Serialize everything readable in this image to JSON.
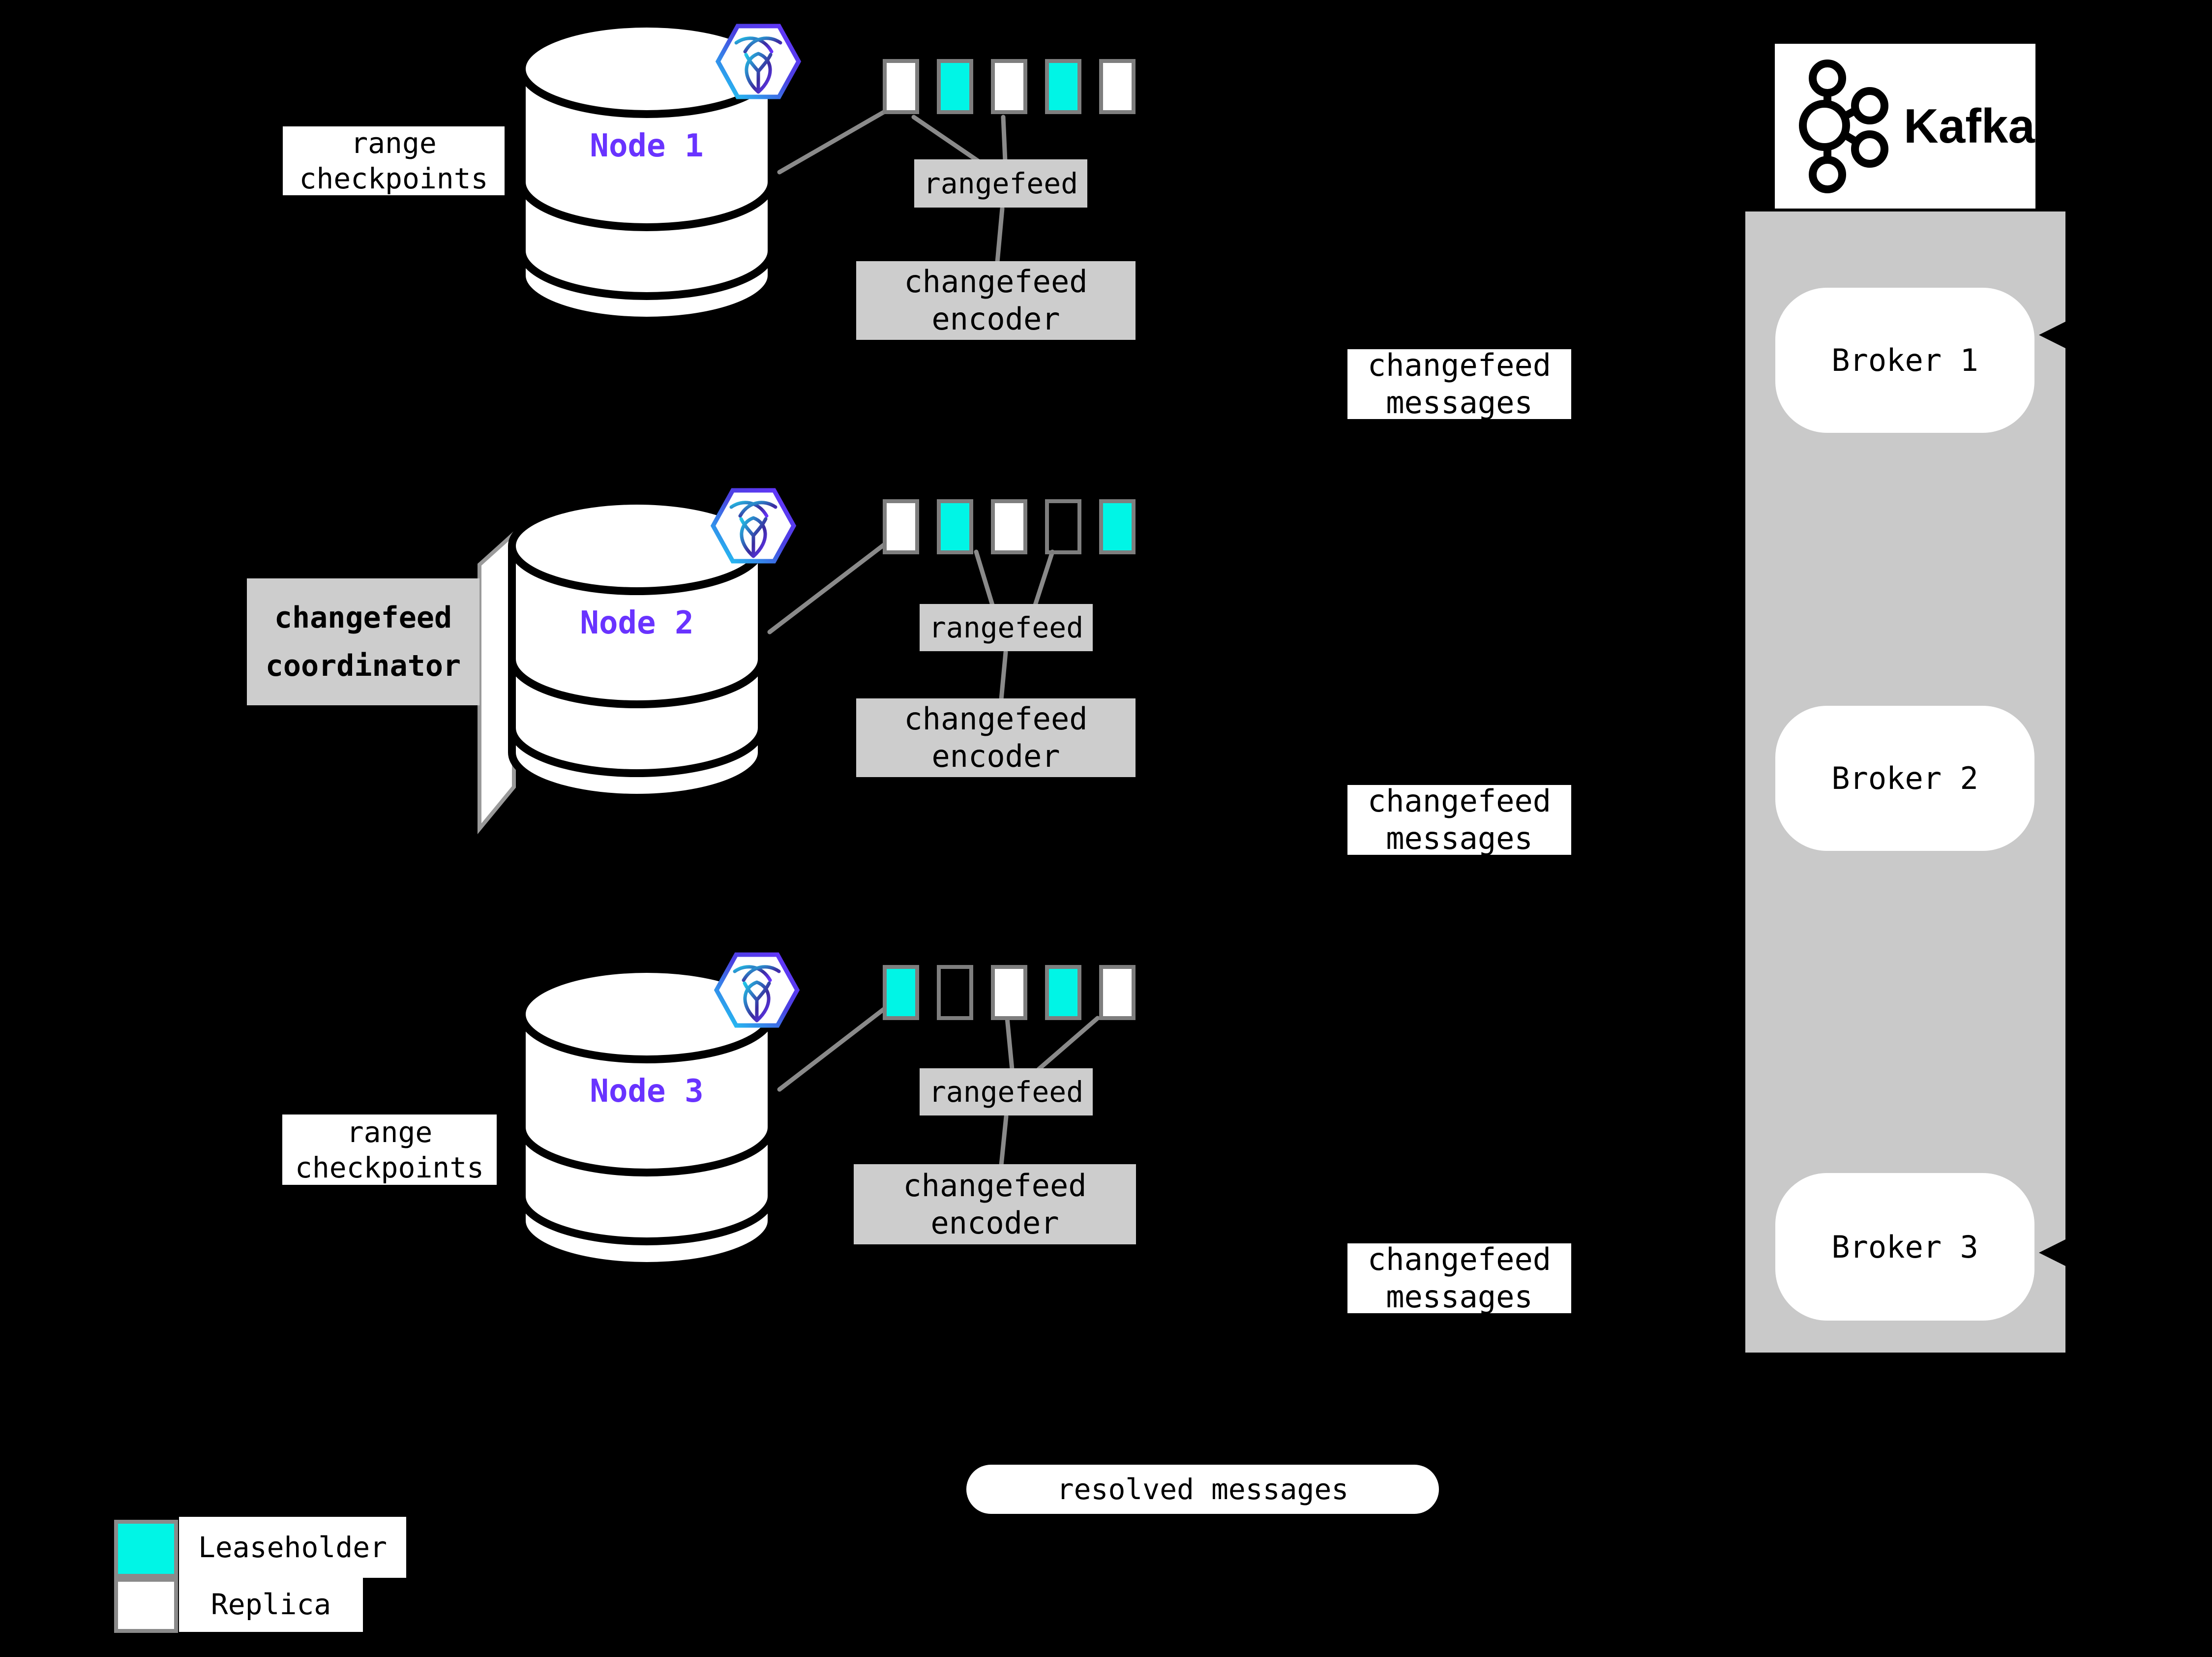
{
  "colors": {
    "background": "#000000",
    "leaseholder_teal": "#00f5e6",
    "replica_white": "#ffffff",
    "node_label_purple": "#6933ff",
    "box_gray": "#cdcdcd",
    "kafka_panel_gray": "#c9c9c9",
    "connector_gray": "#8a8a8a",
    "range_border_gray": "#7e7e7e",
    "hexagon_gradient": [
      "#1ed4f4",
      "#6933ff"
    ]
  },
  "icons": {
    "node_badge": "cockroachdb-hexagon-icon",
    "kafka_logo": "kafka-circles-icon"
  },
  "nodes": [
    {
      "label": "Node 1",
      "checkpoint_label_lines": [
        "range",
        "checkpoints"
      ],
      "ranges": [
        "replica",
        "leaseholder",
        "replica",
        "leaseholder",
        "replica"
      ],
      "rangefeed_label": "rangefeed",
      "encoder_label_lines": [
        "changefeed",
        "encoder"
      ],
      "messages_label_lines": [
        "changefeed",
        "messages"
      ]
    },
    {
      "label": "Node 2",
      "coordinator_label_lines": [
        "changefeed",
        "coordinator"
      ],
      "ranges": [
        "replica",
        "leaseholder",
        "replica",
        "empty",
        "leaseholder"
      ],
      "rangefeed_label": "rangefeed",
      "encoder_label_lines": [
        "changefeed",
        "encoder"
      ],
      "messages_label_lines": [
        "changefeed",
        "messages"
      ]
    },
    {
      "label": "Node 3",
      "checkpoint_label_lines": [
        "range",
        "checkpoints"
      ],
      "ranges": [
        "leaseholder",
        "empty",
        "replica",
        "leaseholder",
        "replica"
      ],
      "rangefeed_label": "rangefeed",
      "encoder_label_lines": [
        "changefeed",
        "encoder"
      ],
      "messages_label_lines": [
        "changefeed",
        "messages"
      ]
    }
  ],
  "kafka": {
    "title": "Kafka",
    "brokers": [
      {
        "label": "Broker 1"
      },
      {
        "label": "Broker 2"
      },
      {
        "label": "Broker 3"
      }
    ]
  },
  "resolved_messages_label": "resolved messages",
  "legend": {
    "items": [
      {
        "type": "leaseholder",
        "label": "Leaseholder"
      },
      {
        "type": "replica",
        "label": "Replica"
      }
    ]
  }
}
